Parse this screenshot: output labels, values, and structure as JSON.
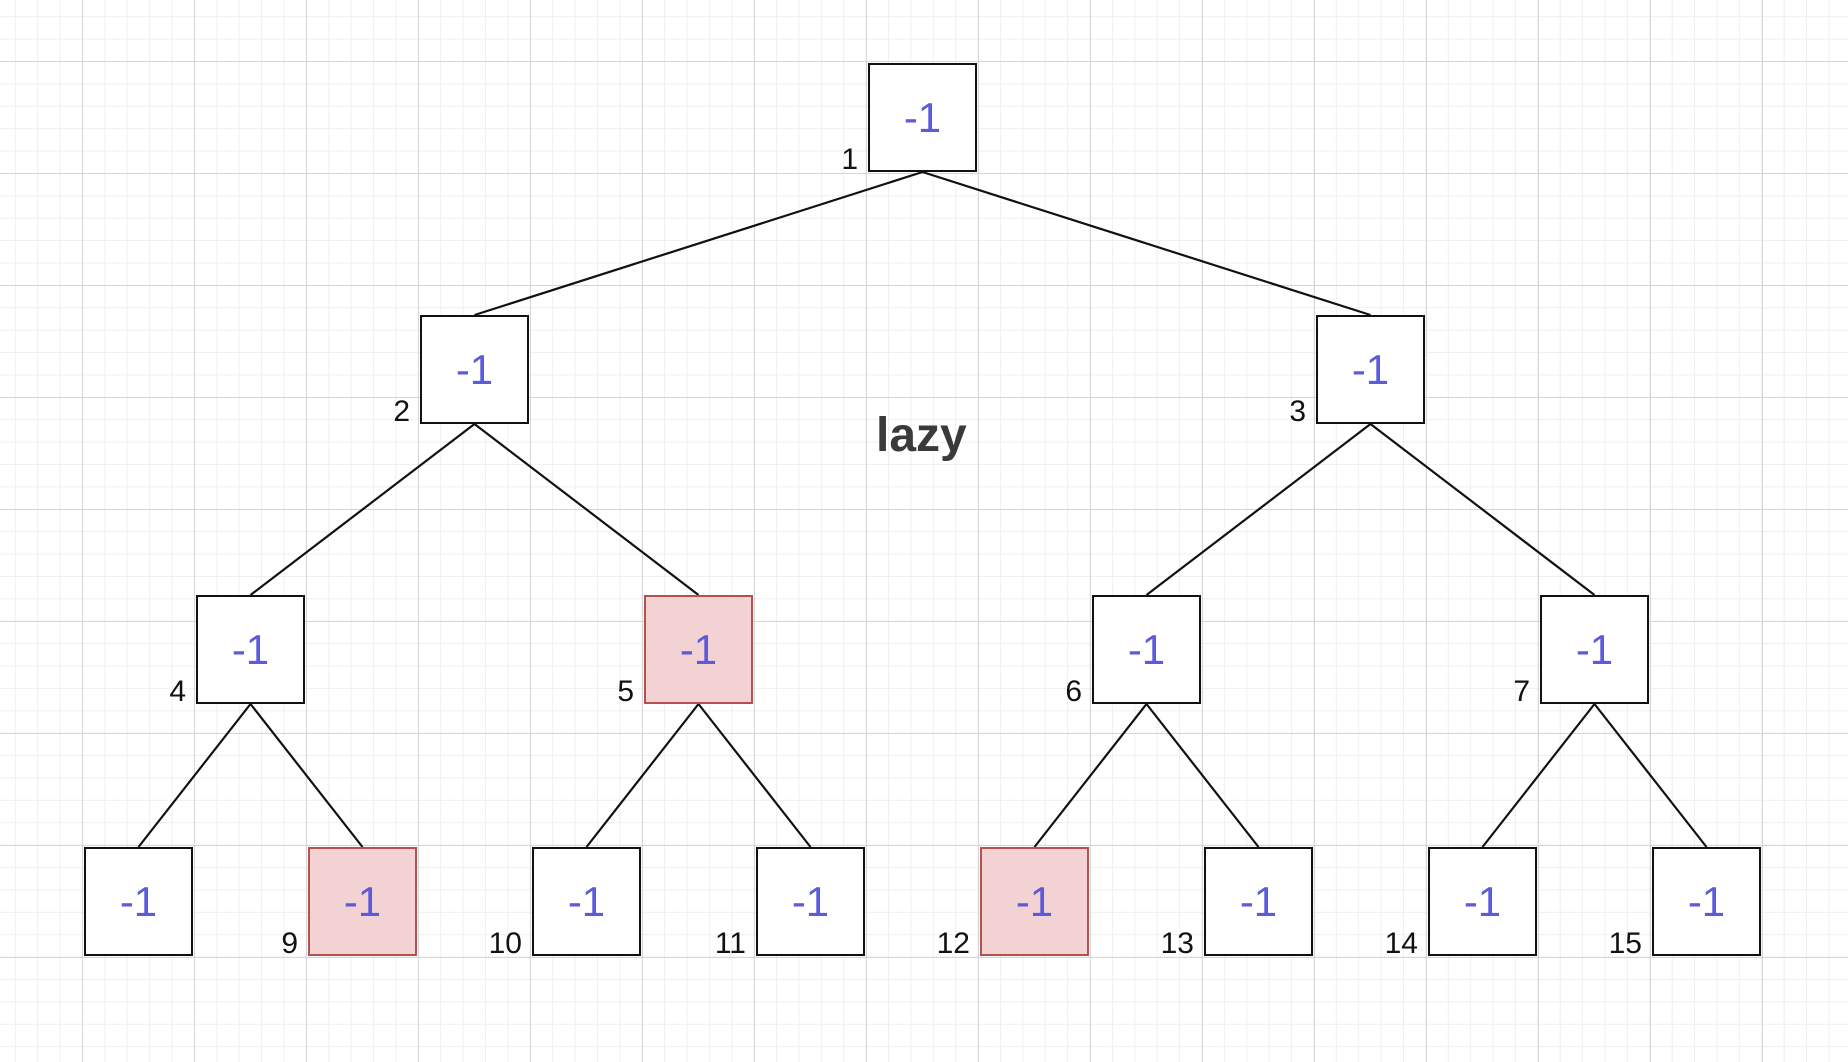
{
  "label": "lazy",
  "colors": {
    "value_text": "#5b5bdc",
    "highlight_fill": "#f2d2d2",
    "highlight_border": "#b5504e"
  },
  "nodes": [
    {
      "index": "1",
      "value": "-1",
      "highlighted": false
    },
    {
      "index": "2",
      "value": "-1",
      "highlighted": false
    },
    {
      "index": "3",
      "value": "-1",
      "highlighted": false
    },
    {
      "index": "4",
      "value": "-1",
      "highlighted": false
    },
    {
      "index": "5",
      "value": "-1",
      "highlighted": true
    },
    {
      "index": "6",
      "value": "-1",
      "highlighted": false
    },
    {
      "index": "7",
      "value": "-1",
      "highlighted": false
    },
    {
      "index": "",
      "value": "-1",
      "highlighted": false
    },
    {
      "index": "9",
      "value": "-1",
      "highlighted": true
    },
    {
      "index": "10",
      "value": "-1",
      "highlighted": false
    },
    {
      "index": "11",
      "value": "-1",
      "highlighted": false
    },
    {
      "index": "12",
      "value": "-1",
      "highlighted": true
    },
    {
      "index": "13",
      "value": "-1",
      "highlighted": false
    },
    {
      "index": "14",
      "value": "-1",
      "highlighted": false
    },
    {
      "index": "15",
      "value": "-1",
      "highlighted": false
    }
  ]
}
